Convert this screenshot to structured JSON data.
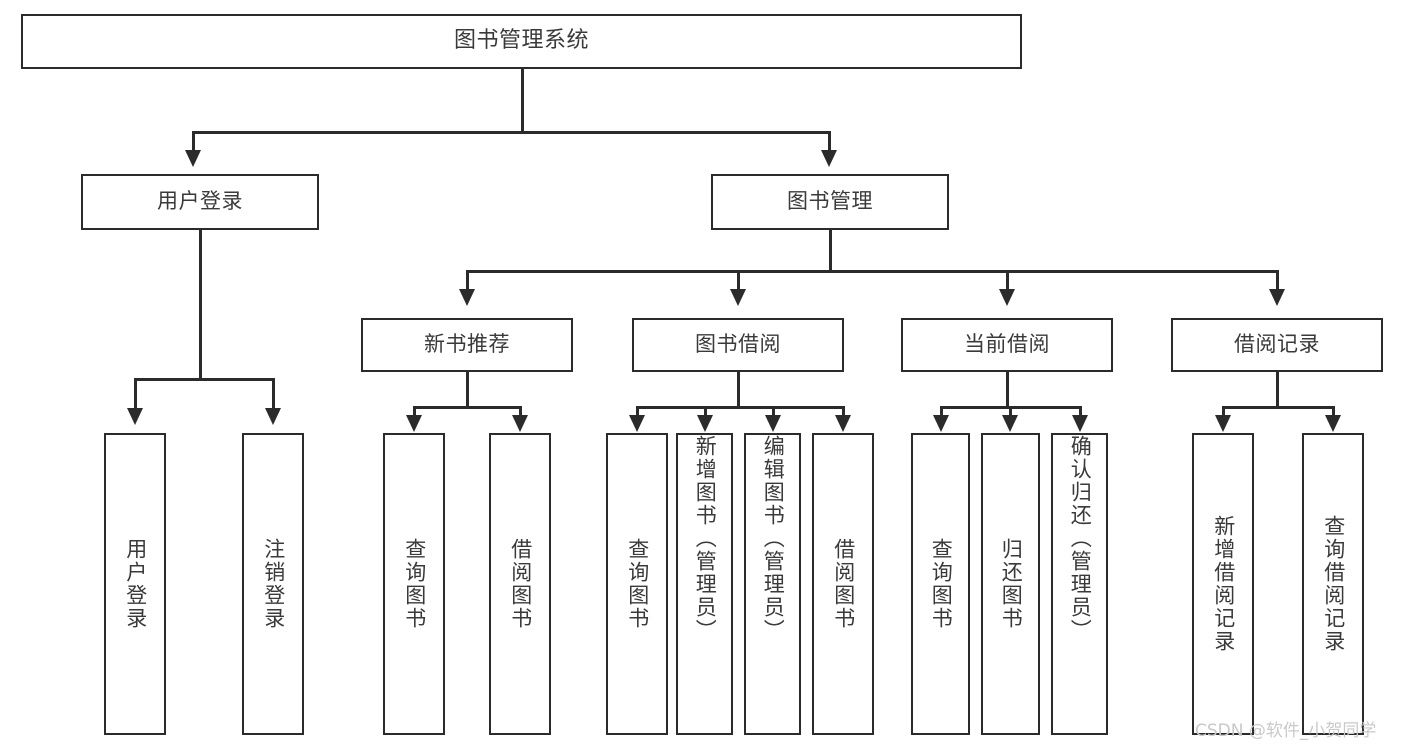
{
  "diagram": {
    "title": "图书管理系统",
    "type": "hierarchy-tree",
    "watermark": "CSDN @软件_小贺同学",
    "colors": {
      "stroke": "#2b2b2b",
      "fill": "#ffffff",
      "text": "#3a3a3a",
      "watermark": "#c9c9c9",
      "background": "#ffffff"
    }
  },
  "nodes": {
    "root": {
      "label": "图书管理系统"
    },
    "level2": [
      {
        "id": "user-login",
        "label": "用户登录"
      },
      {
        "id": "book-manage",
        "label": "图书管理"
      }
    ],
    "level3": [
      {
        "id": "new-book-rec",
        "label": "新书推荐"
      },
      {
        "id": "book-borrow",
        "label": "图书借阅"
      },
      {
        "id": "current-borrow",
        "label": "当前借阅"
      },
      {
        "id": "borrow-record",
        "label": "借阅记录"
      }
    ],
    "leaves": {
      "user_login": [
        {
          "id": "leaf-user-login",
          "label": "用户登录"
        },
        {
          "id": "leaf-logout",
          "label": "注销登录"
        }
      ],
      "new_book_rec": [
        {
          "id": "leaf-query-book-1",
          "label": "查询图书"
        },
        {
          "id": "leaf-borrow-book-1",
          "label": "借阅图书"
        }
      ],
      "book_borrow": [
        {
          "id": "leaf-query-book-2",
          "label": "查询图书"
        },
        {
          "id": "leaf-add-book",
          "label": "新增图书（管理员）"
        },
        {
          "id": "leaf-edit-book",
          "label": "编辑图书（管理员）"
        },
        {
          "id": "leaf-borrow-book-2",
          "label": "借阅图书"
        }
      ],
      "current_borrow": [
        {
          "id": "leaf-query-book-3",
          "label": "查询图书"
        },
        {
          "id": "leaf-return-book",
          "label": "归还图书"
        },
        {
          "id": "leaf-confirm-return",
          "label": "确认归还（管理员）"
        }
      ],
      "borrow_record": [
        {
          "id": "leaf-add-record",
          "label": "新增借阅记录"
        },
        {
          "id": "leaf-query-record",
          "label": "查询借阅记录"
        }
      ]
    }
  }
}
